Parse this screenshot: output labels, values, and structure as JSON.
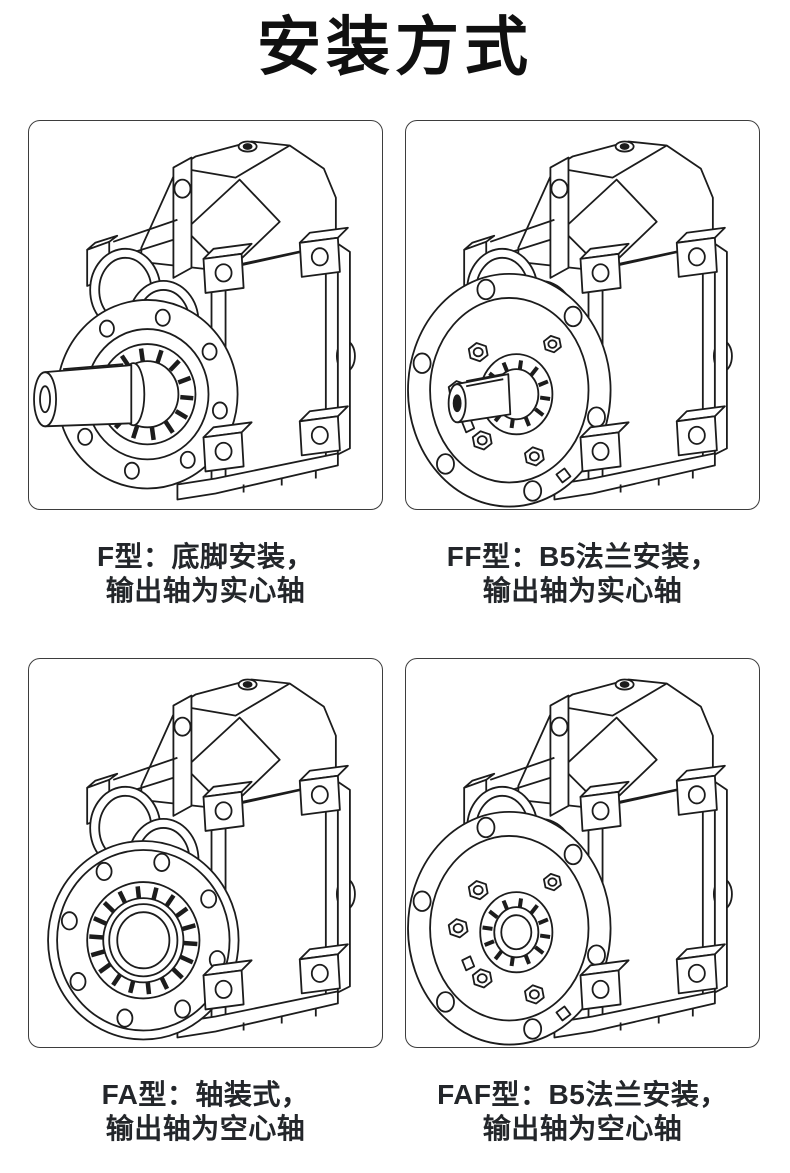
{
  "title": "安装方式",
  "colors": {
    "background": "#ffffff",
    "title": "#101010",
    "caption": "#23262a",
    "drawing_line": "#1c1c1c",
    "panel_border": "#3d3d3d"
  },
  "panels": [
    {
      "id": "F",
      "variant": "foot-solid",
      "illustration": "parallel-shaft-gearbox-foot-mounted-solid-shaft",
      "caption_line1": "F型：底脚安装，",
      "caption_line2": "输出轴为实心轴"
    },
    {
      "id": "FF",
      "variant": "flange-solid",
      "illustration": "parallel-shaft-gearbox-b5-flange-solid-shaft",
      "caption_line1": "FF型：B5法兰安装，",
      "caption_line2": "输出轴为实心轴"
    },
    {
      "id": "FA",
      "variant": "foot-hollow",
      "illustration": "parallel-shaft-gearbox-shaft-mounted-hollow-shaft",
      "caption_line1": "FA型：轴装式，",
      "caption_line2": "输出轴为空心轴"
    },
    {
      "id": "FAF",
      "variant": "flange-hollow",
      "illustration": "parallel-shaft-gearbox-b5-flange-hollow-shaft",
      "caption_line1": "FAF型：B5法兰安装，",
      "caption_line2": "输出轴为空心轴"
    }
  ]
}
